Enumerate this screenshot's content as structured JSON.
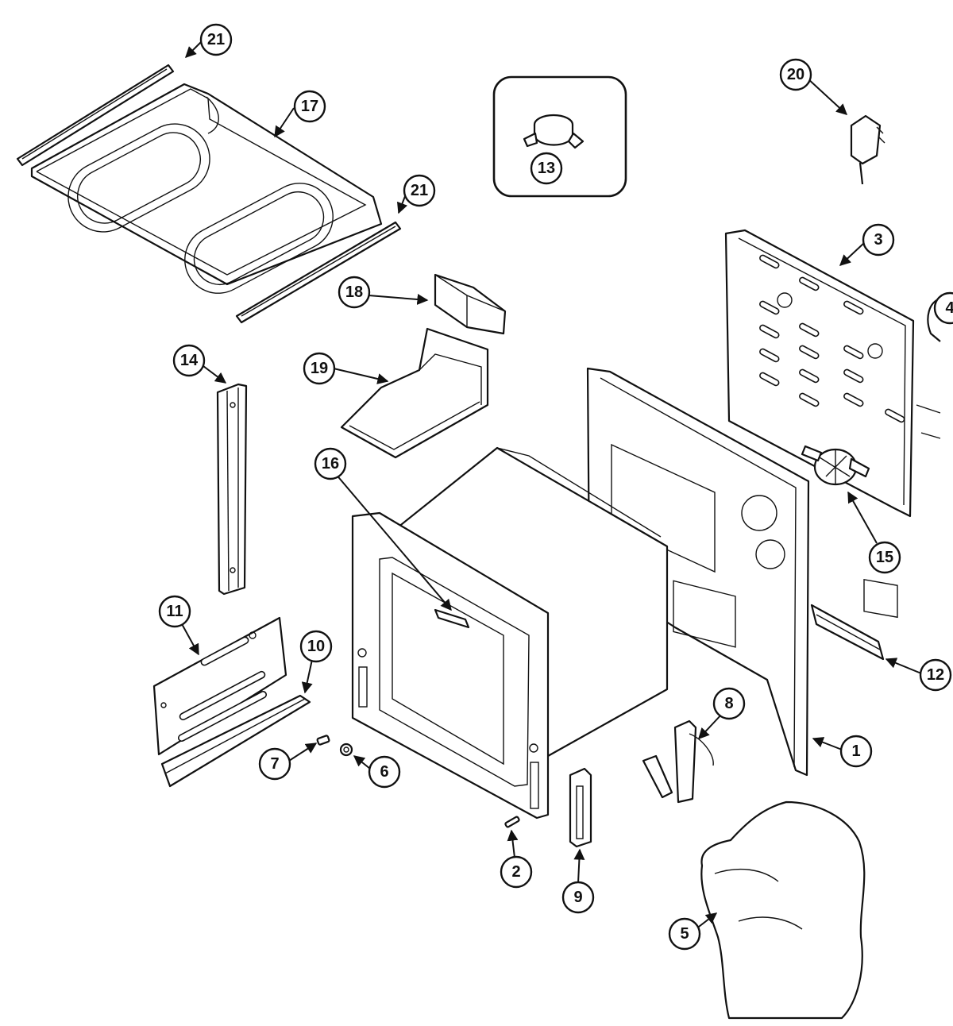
{
  "callouts": [
    {
      "id": "c21a",
      "label": "21"
    },
    {
      "id": "c17",
      "label": "17"
    },
    {
      "id": "c21b",
      "label": "21"
    },
    {
      "id": "c13",
      "label": "13"
    },
    {
      "id": "c20",
      "label": "20"
    },
    {
      "id": "c3",
      "label": "3"
    },
    {
      "id": "c4",
      "label": "4"
    },
    {
      "id": "c18",
      "label": "18"
    },
    {
      "id": "c19",
      "label": "19"
    },
    {
      "id": "c14",
      "label": "14"
    },
    {
      "id": "c16",
      "label": "16"
    },
    {
      "id": "c15",
      "label": "15"
    },
    {
      "id": "c11",
      "label": "11"
    },
    {
      "id": "c10",
      "label": "10"
    },
    {
      "id": "c12",
      "label": "12"
    },
    {
      "id": "c8",
      "label": "8"
    },
    {
      "id": "c1",
      "label": "1"
    },
    {
      "id": "c7",
      "label": "7"
    },
    {
      "id": "c6",
      "label": "6"
    },
    {
      "id": "c2",
      "label": "2"
    },
    {
      "id": "c9",
      "label": "9"
    },
    {
      "id": "c5",
      "label": "5"
    }
  ]
}
